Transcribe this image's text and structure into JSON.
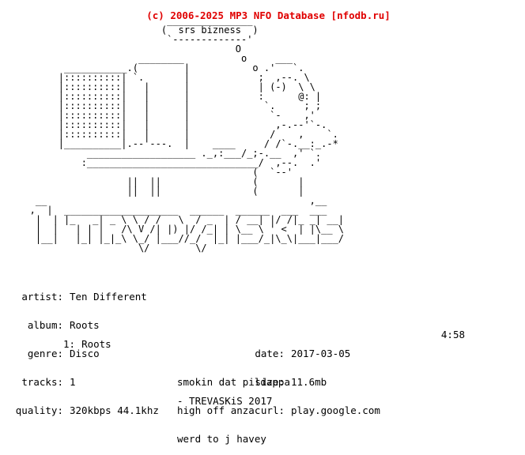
{
  "header": {
    "copyright": "(c) 2006-2025 MP3 NFO Database [nfodb.ru]"
  },
  "art": {
    "lines": [
      "                           _______________",
      "                          (  srs bizness  )",
      "                           `-------------'",
      "                                       O",
      "                      ________          o     ___",
      "         ___________.(        |           o .'   `.",
      "        |::::::::::| `.       |            ;  ,--. \\",
      "        |::::::::::|   |      |            | (-)  \\ \\",
      "        |::::::::::|   |      |            :      @: |",
      "        |::::::::::|   |      |             `.     ; ;",
      "        |::::::::::|   |      |              `-    ,'",
      "        |::::::::::|   |      |               ,-.--'`-.",
      "        |::::::::::|   |      |              /    ,    `.",
      "        |__________|.--'---.  |    ____     / /`-.__:_.-*",
      "             ___________________ ._,:___/_;-.__  ,' `.",
      "            :______________________________/  ,--.  .'",
      "                                          (  `--'",
      "                    ||  ||                (       |",
      "                    ||  ||                (       |",
      "    __                                              ,__",
      "   ,  |  ____________________  ______  ______  ___  ___",
      "    |  | |_   _| _ \\ \\ / /   \\  / _  | / __| |/ /|_ _| __|",
      "    |  |   | | |   /\\ V /| |) |/ /_| | \\__ \\ ' <  | |\\__ \\",
      "    |__|   |_| |_|_\\ \\_/ |___//_/  |_| |___/_|\\_\\|___|___/",
      "                      \\/        \\/"
    ]
  },
  "info": {
    "artist_label": "artist:",
    "artist": "Ten Different",
    "album_label": "album:",
    "album": "Roots",
    "genre_label": "genre:",
    "genre": "Disco",
    "tracks_label": "tracks:",
    "tracks": "1",
    "quality_label": "quality:",
    "quality": "320kbps 44.1khz",
    "date_label": "date:",
    "date": "2017-03-05",
    "size_label": "size:",
    "size": "11.6mb",
    "url_label": "url:",
    "url": "play.google.com"
  },
  "tracklist": [
    {
      "num": "1:",
      "title": "Roots",
      "time": "4:58"
    }
  ],
  "notes": [
    "smokin dat pildappa",
    "high off anzac",
    "werd to j havey"
  ],
  "signature": "- TREVASKiS 2017"
}
